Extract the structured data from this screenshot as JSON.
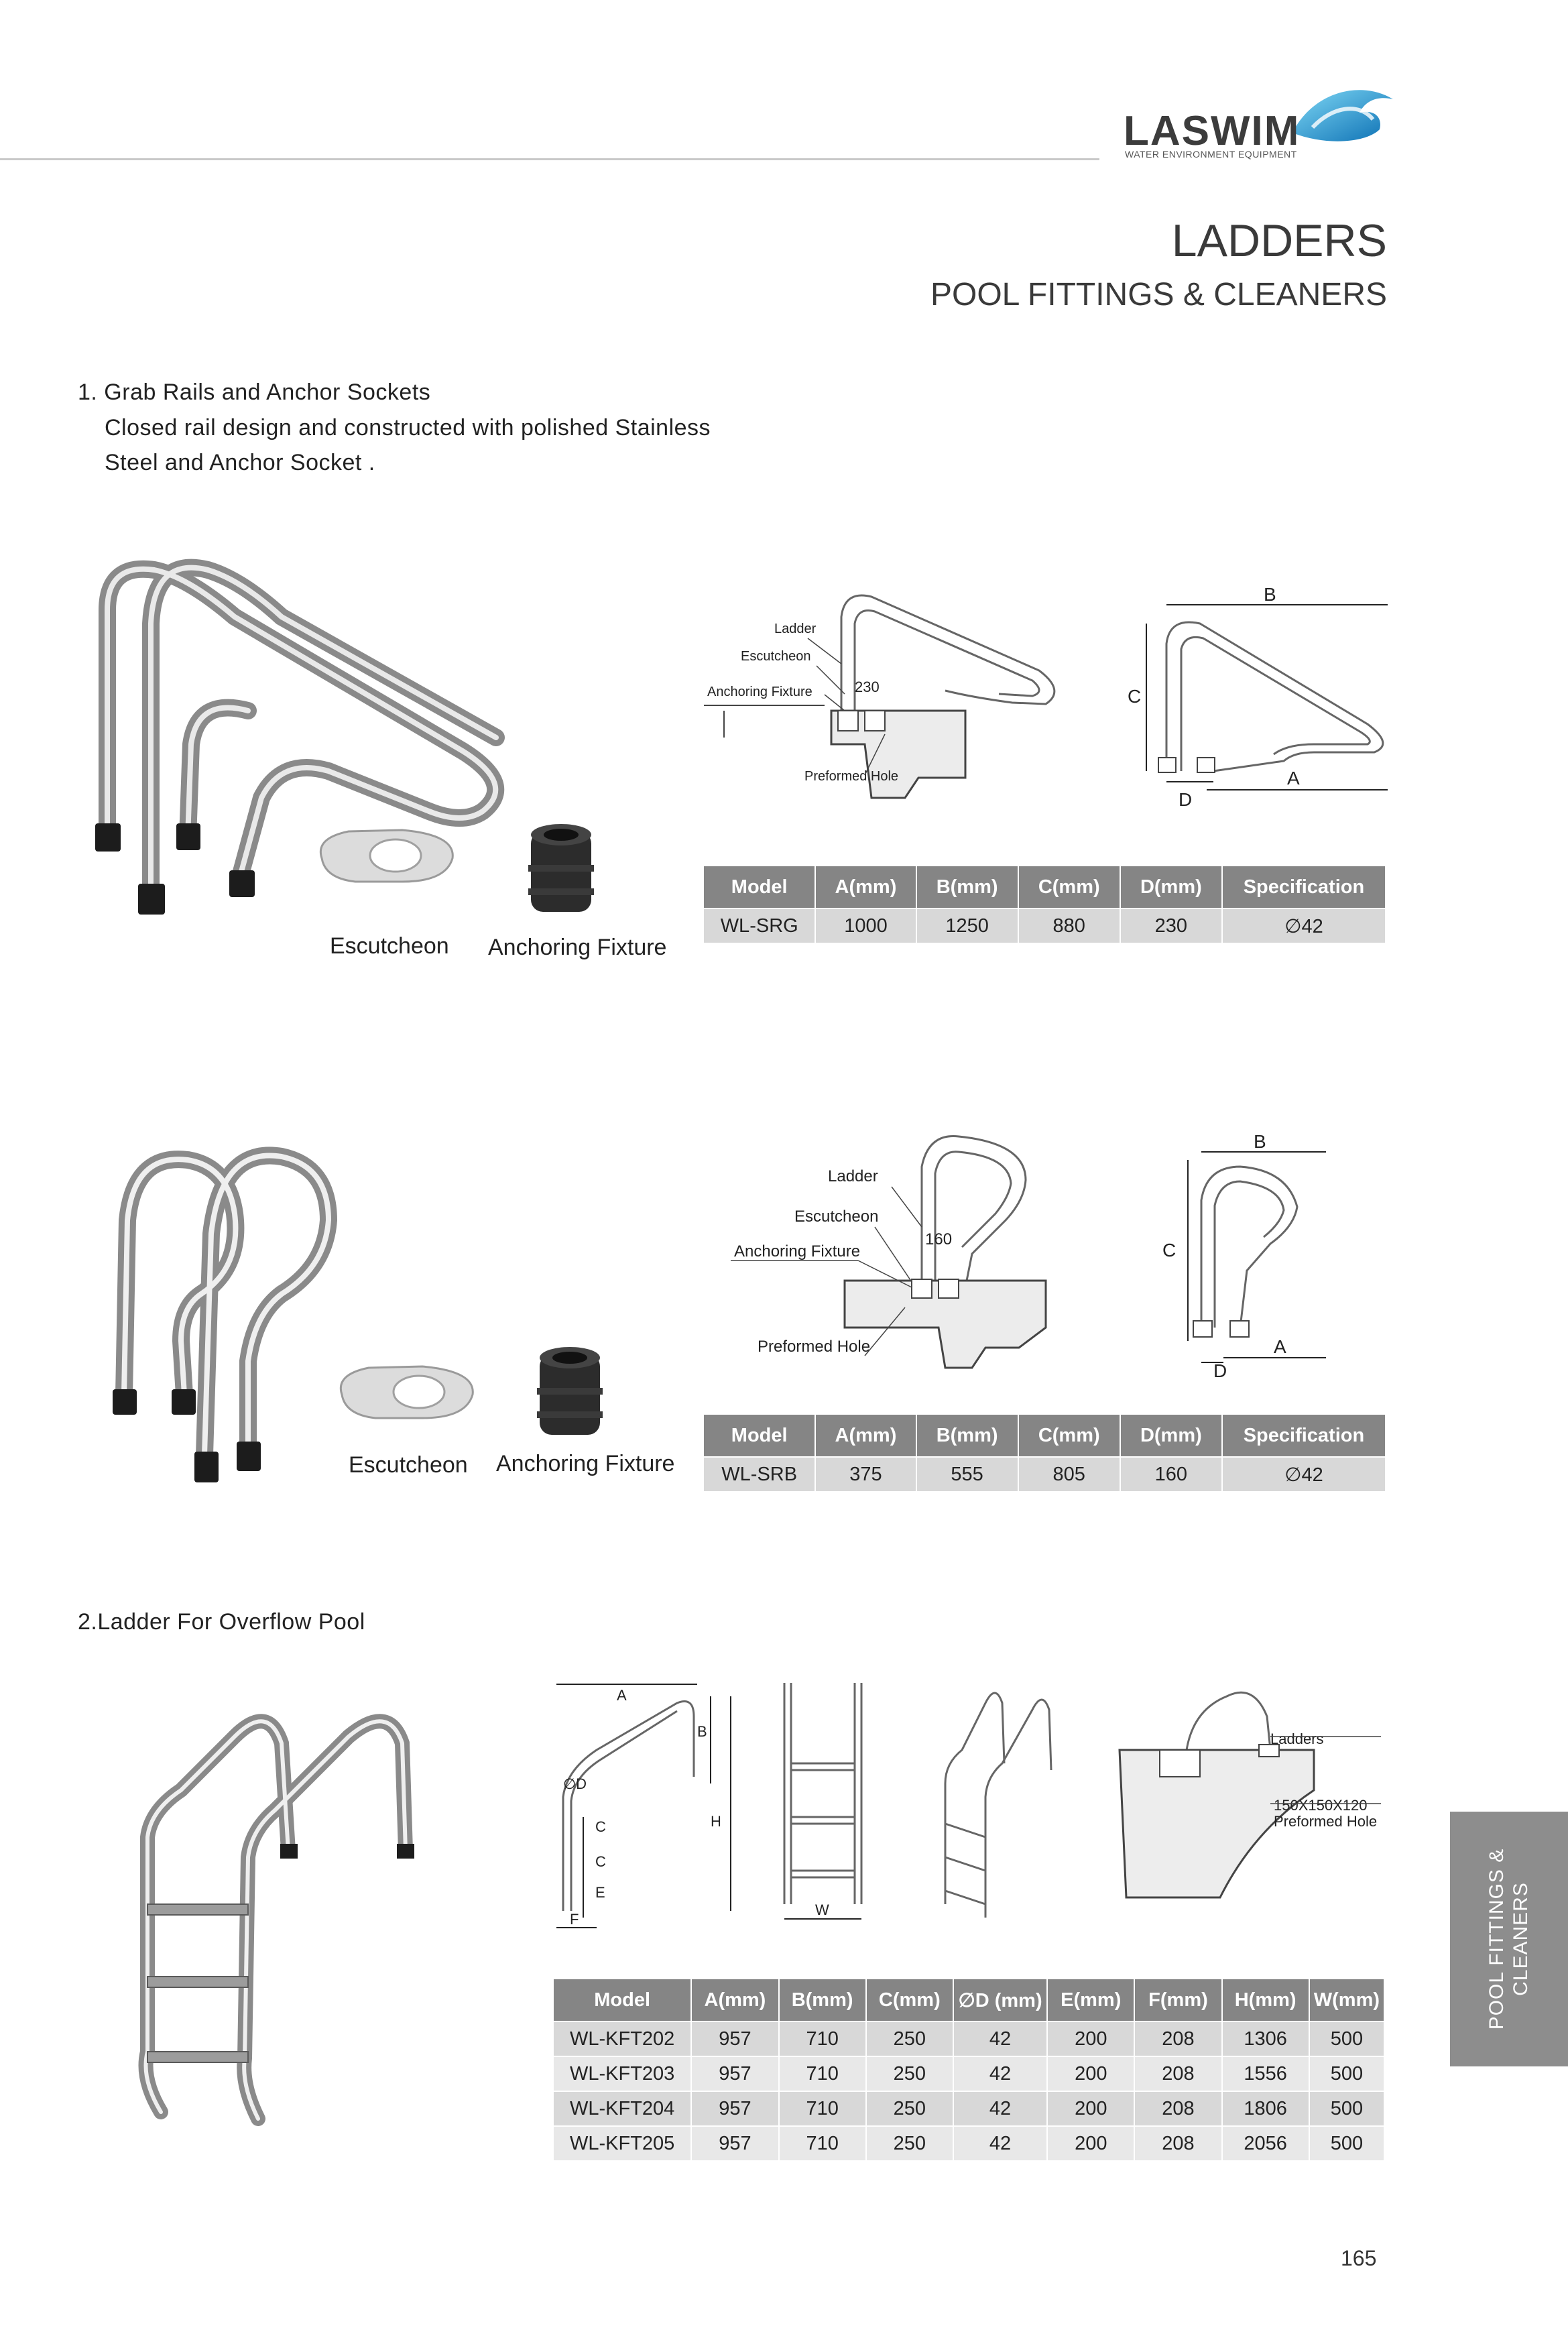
{
  "brand": {
    "name": "LASWIM",
    "tagline": "WATER ENVIRONMENT EQUIPMENT",
    "accent": "#1fa3d8"
  },
  "header": {
    "title": "LADDERS",
    "subtitle": "POOL FITTINGS & CLEANERS"
  },
  "section1": {
    "title": "1. Grab Rails and Anchor Sockets",
    "desc_line1": "Closed rail design and constructed  with  polished  Stainless",
    "desc_line2": "Steel  and  Anchor  Socket ."
  },
  "product1": {
    "caption_escutcheon": "Escutcheon",
    "caption_anchor": "Anchoring Fixture",
    "diagram_labels": {
      "ladder": "Ladder",
      "escutcheon": "Escutcheon",
      "anchoring": "Anchoring Fixture",
      "preformed": "Preformed Hole",
      "dim": "230",
      "a": "A",
      "b": "B",
      "c": "C",
      "d": "D"
    },
    "table": {
      "headers": [
        "Model",
        "A(mm)",
        "B(mm)",
        "C(mm)",
        "D(mm)",
        "Specification"
      ],
      "rows": [
        [
          "WL-SRG",
          "1000",
          "1250",
          "880",
          "230",
          "∅42"
        ]
      ]
    }
  },
  "product2": {
    "caption_escutcheon": "Escutcheon",
    "caption_anchor": "Anchoring Fixture",
    "diagram_labels": {
      "ladder": "Ladder",
      "escutcheon": "Escutcheon",
      "anchoring": "Anchoring Fixture",
      "preformed": "Preformed Hole",
      "dim": "160",
      "a": "A",
      "b": "B",
      "c": "C",
      "d": "D"
    },
    "table": {
      "headers": [
        "Model",
        "A(mm)",
        "B(mm)",
        "C(mm)",
        "D(mm)",
        "Specification"
      ],
      "rows": [
        [
          "WL-SRB",
          "375",
          "555",
          "805",
          "160",
          "∅42"
        ]
      ]
    }
  },
  "section2": {
    "title": "2.Ladder For Overflow Pool"
  },
  "product3": {
    "diagram_labels": {
      "a": "A",
      "b": "B",
      "c": "C",
      "d": "∅D",
      "e": "E",
      "f": "F",
      "h": "H",
      "w": "W",
      "ladders": "Ladders",
      "hole_size": "150X150X120",
      "preformed": "Preformed Hole"
    },
    "table": {
      "headers": [
        "Model",
        "A(mm)",
        "B(mm)",
        "C(mm)",
        "∅D (mm)",
        "E(mm)",
        "F(mm)",
        "H(mm)",
        "W(mm)"
      ],
      "rows": [
        [
          "WL-KFT202",
          "957",
          "710",
          "250",
          "42",
          "200",
          "208",
          "1306",
          "500"
        ],
        [
          "WL-KFT203",
          "957",
          "710",
          "250",
          "42",
          "200",
          "208",
          "1556",
          "500"
        ],
        [
          "WL-KFT204",
          "957",
          "710",
          "250",
          "42",
          "200",
          "208",
          "1806",
          "500"
        ],
        [
          "WL-KFT205",
          "957",
          "710",
          "250",
          "42",
          "200",
          "208",
          "2056",
          "500"
        ]
      ]
    }
  },
  "side_tab": {
    "line1": "POOL FITTINGS &",
    "line2": "CLEANERS"
  },
  "page_number": "165"
}
